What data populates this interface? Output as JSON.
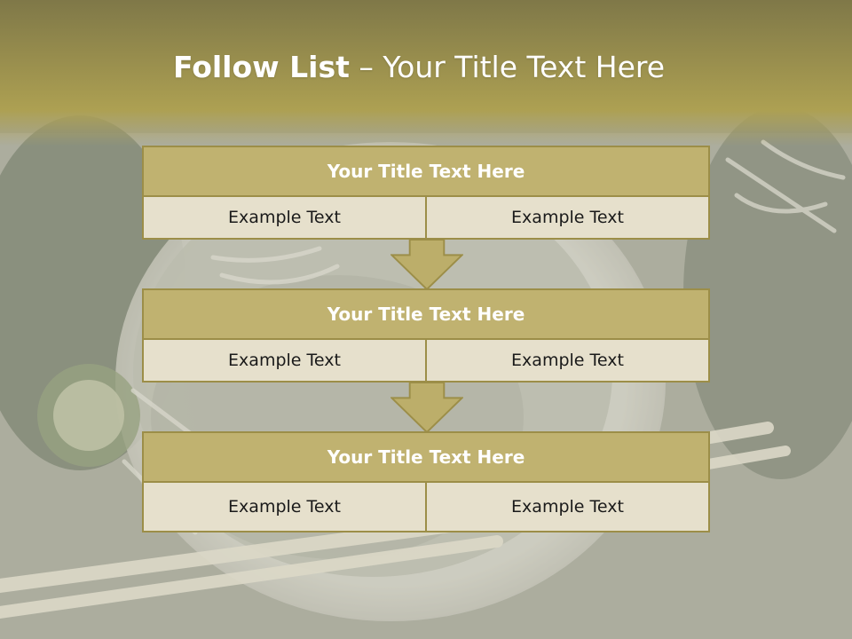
{
  "slide": {
    "title_bold": "Follow List",
    "title_rest": " – Your Title Text Here",
    "colors": {
      "header_band": "#a99c52",
      "box_fill": "#c0b270",
      "box_border": "#9c8e48",
      "cell_fill": "#e6e0cc",
      "arrow_fill": "#bcae6a"
    }
  },
  "blocks": [
    {
      "title": "Your Title Text Here",
      "cells": [
        "Example Text",
        "Example Text"
      ]
    },
    {
      "title": "Your Title Text Here",
      "cells": [
        "Example Text",
        "Example Text"
      ]
    },
    {
      "title": "Your Title Text Here",
      "cells": [
        "Example Text",
        "Example Text"
      ]
    }
  ]
}
